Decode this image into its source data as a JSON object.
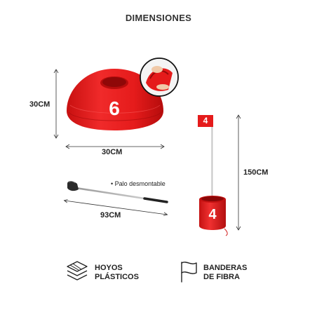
{
  "title": "DIMENSIONES",
  "cone": {
    "number": "6",
    "height_label": "30CM",
    "width_label": "30CM"
  },
  "flag": {
    "number": "4",
    "height_label": "150CM",
    "base_number": "4"
  },
  "club": {
    "note": "• Palo desmontable",
    "length_label": "93CM"
  },
  "features": [
    {
      "icon": "layers-icon",
      "line1": "HOYOS",
      "line2": "PLÁSTICOS"
    },
    {
      "icon": "flag-icon",
      "line1": "BANDERAS",
      "line2": "DE FIBRA"
    }
  ],
  "colors": {
    "red": "#e51b1b",
    "dark_red": "#b30f0f",
    "text": "#222222"
  }
}
